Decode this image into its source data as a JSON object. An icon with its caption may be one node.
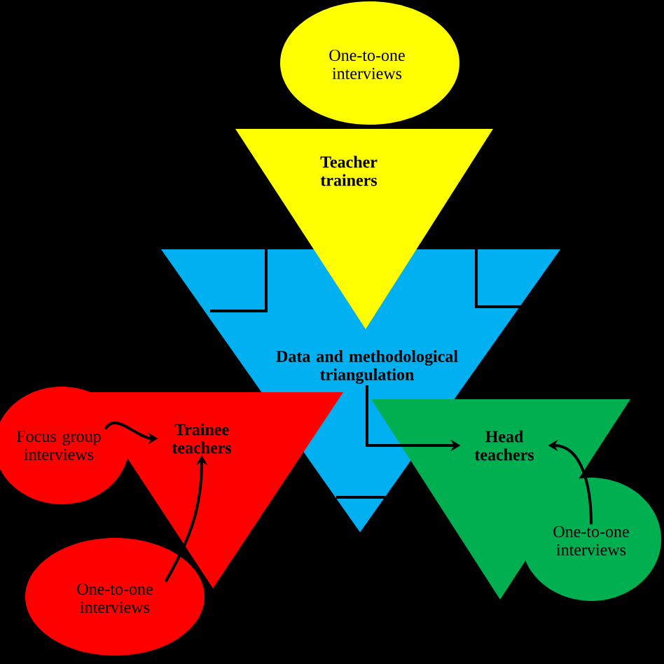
{
  "diagram": {
    "nodes": [
      {
        "text": [
          "One-to-one interviews"
        ]
      },
      {
        "text": [
          "Teacher trainers"
        ]
      },
      {
        "text": [
          "Data and methodological triangulation"
        ]
      },
      {
        "text": [
          "Focus group interviews"
        ]
      },
      {
        "text": [
          "Trainee teachers"
        ]
      },
      {
        "text": [
          "Head teachers"
        ]
      },
      {
        "text": [
          "One-to-one interviews"
        ]
      },
      {
        "text": [
          "One-to-one interviews"
        ]
      }
    ],
    "edges": [
      {
        "from": 3,
        "to": 4,
        "arrow": "to"
      },
      {
        "from": 6,
        "to": 4,
        "arrow": "to"
      },
      {
        "from": 2,
        "to": 5,
        "arrow": "to"
      },
      {
        "from": 7,
        "to": 5,
        "arrow": "to"
      }
    ]
  }
}
